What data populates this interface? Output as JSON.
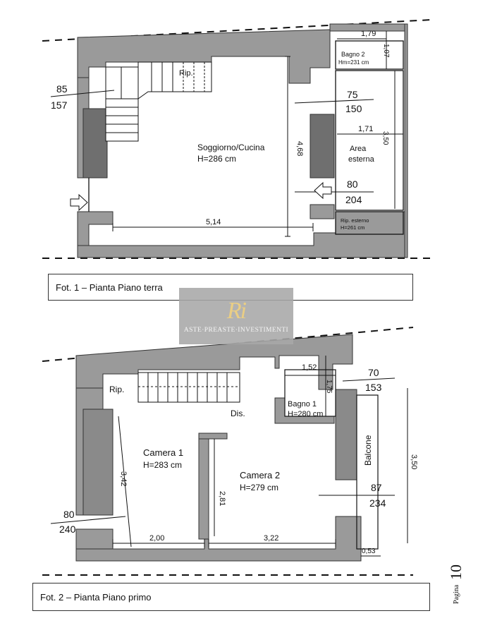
{
  "plan1": {
    "caption": "Fot. 1 – Pianta Piano terra",
    "rooms": {
      "soggiorno_name": "Soggiorno/Cucina",
      "soggiorno_height": "H=286 cm",
      "rip": "Rip.",
      "bagno2_name": "Bagno 2",
      "bagno2_height": "Hm=231 cm",
      "area_line1": "Area",
      "area_line2": "esterna",
      "rip_esterno_name": "Rip. esterno",
      "rip_esterno_height": "H=261 cm"
    },
    "dimensions": {
      "width_main": "5,14",
      "height_main": "4,68",
      "bagno2_width": "1,79",
      "bagno2_depth": "1,07",
      "area_width": "1,71",
      "area_depth": "3,50",
      "win_left_top": "85",
      "win_left_bottom": "157",
      "win_right1_top": "75",
      "win_right1_bottom": "150",
      "win_right2_top": "80",
      "win_right2_bottom": "204"
    }
  },
  "plan2": {
    "caption": "Fot. 2 – Pianta Piano primo",
    "rooms": {
      "rip": "Rip.",
      "dis": "Dis.",
      "camera1_name": "Camera 1",
      "camera1_height": "H=283 cm",
      "camera2_name": "Camera 2",
      "camera2_height": "H=279 cm",
      "bagno1_name": "Bagno 1",
      "bagno1_height": "H=280 cm",
      "balcone": "Balcone"
    },
    "dimensions": {
      "camera1_width": "2,00",
      "camera1_depth": "3,42",
      "camera2_width": "3,22",
      "camera2_depth": "2,81",
      "bagno1_width": "1,52",
      "bagno1_depth": "1,75",
      "balcone_depth": "3,50",
      "balcone_width": "0,53",
      "win_left_top": "80",
      "win_left_bottom": "240",
      "win_right1_top": "70",
      "win_right1_bottom": "153",
      "win_right2_top": "87",
      "win_right2_bottom": "234"
    }
  },
  "watermark": {
    "logo": "Ri",
    "text": "ASTE·PREASTE·INVESTIMENTI"
  },
  "page": {
    "label": "Pagina",
    "number": "10"
  },
  "colors": {
    "wall": "#9a9a9a",
    "line": "#111111",
    "watermark_bg": "#a8a8a8",
    "watermark_gold": "#e8c874"
  }
}
